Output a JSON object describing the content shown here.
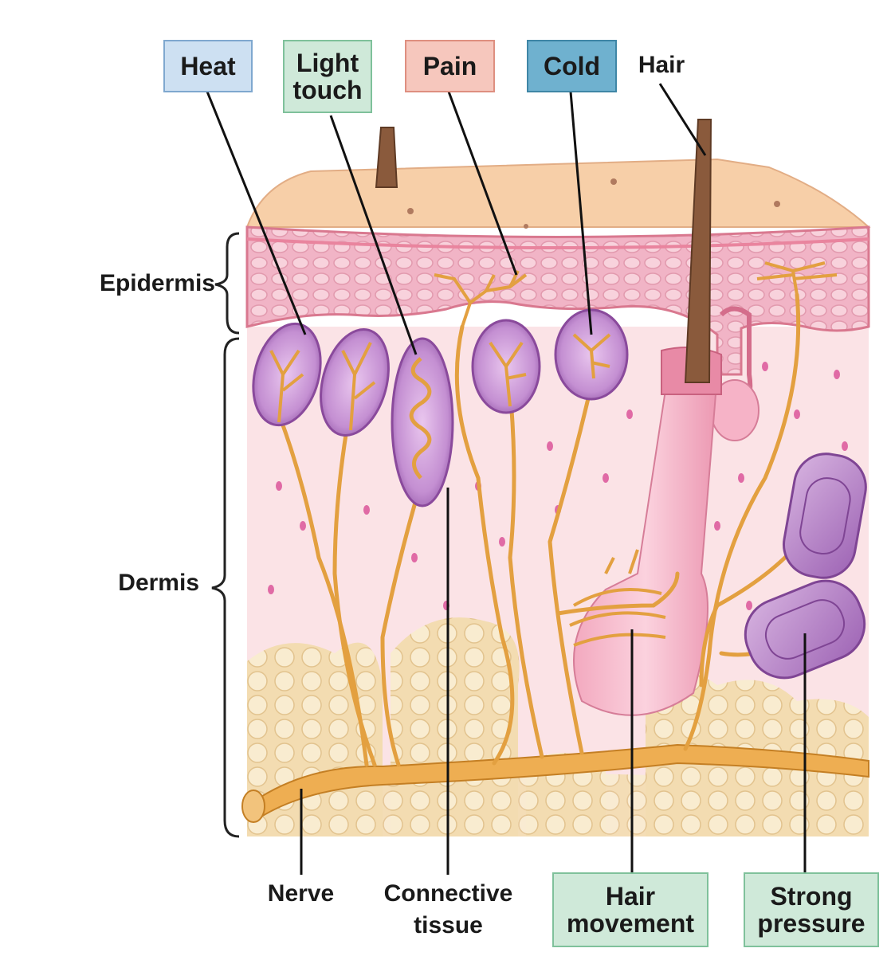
{
  "labels": {
    "heat": "Heat",
    "light_touch_1": "Light",
    "light_touch_2": "touch",
    "pain": "Pain",
    "cold": "Cold",
    "hair": "Hair",
    "epidermis": "Epidermis",
    "dermis": "Dermis",
    "nerve": "Nerve",
    "connective_1": "Connective",
    "connective_2": "tissue",
    "hair_movement_1": "Hair",
    "hair_movement_2": "movement",
    "strong_pressure_1": "Strong",
    "strong_pressure_2": "pressure"
  },
  "colors": {
    "heat_box": "#cde0f2",
    "touch_box": "#cfe9d9",
    "pain_box": "#f6c7bd",
    "cold_box": "#6fb1cf",
    "epidermis": "#f0a9bd",
    "dermis": "#fbe3e6",
    "fat": "#f6e3bf",
    "nerve": "#e9a949",
    "receptor": "#b57ac4",
    "hair": "#8a5a3c"
  }
}
